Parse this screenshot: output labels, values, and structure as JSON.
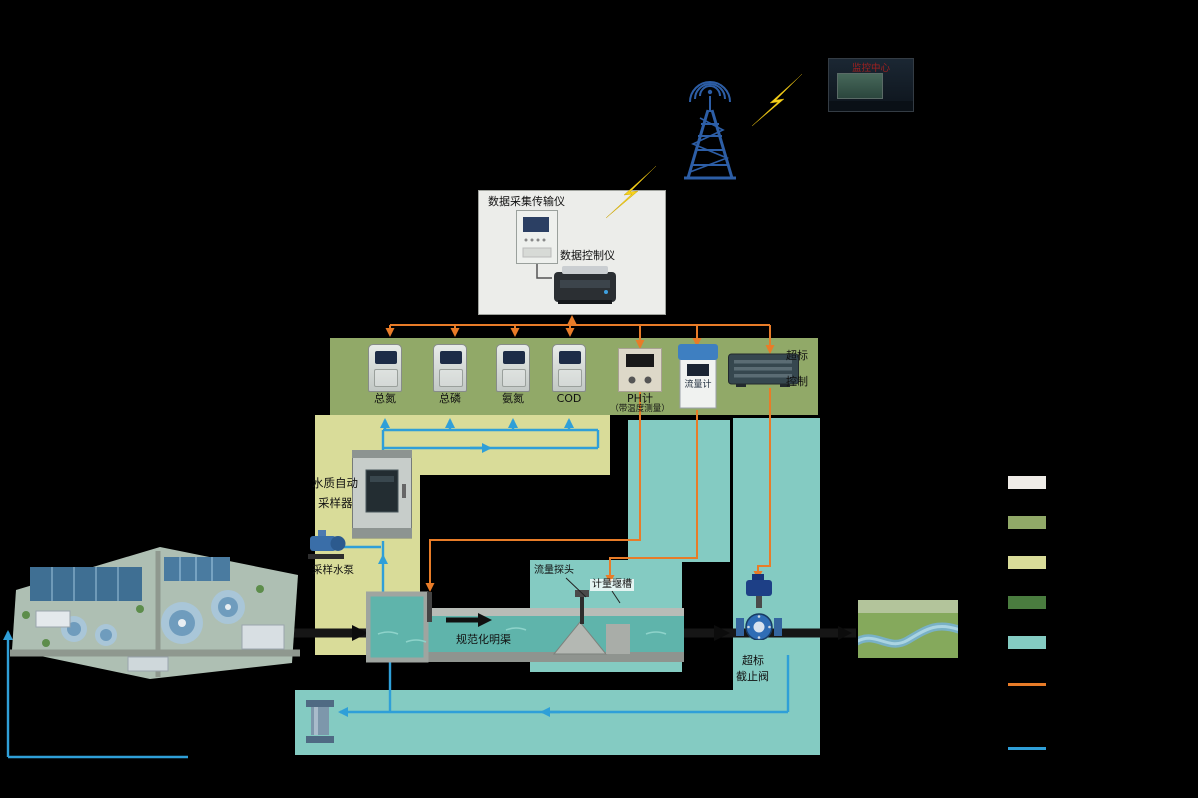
{
  "monitor_center": {
    "label": "监控中心"
  },
  "data_collector": {
    "title": "数据采集传输仪",
    "controller_label": "数据控制仪"
  },
  "analyzers": [
    {
      "label": "总氮"
    },
    {
      "label": "总磷"
    },
    {
      "label": "氨氮"
    },
    {
      "label": "COD"
    }
  ],
  "ph_meter": {
    "label": "PH计",
    "sub_label": "（带温度测量）"
  },
  "flow_meter": {
    "label": "流量计"
  },
  "exceed_control": {
    "line1": "超标",
    "line2": "控制"
  },
  "auto_sampler": {
    "line1": "水质自动",
    "line2": "采样器"
  },
  "sampling_pump": {
    "label": "采样水泵"
  },
  "flow_probe": {
    "label": "流量探头"
  },
  "measuring_weir": {
    "label": "计量堰槽"
  },
  "open_channel": {
    "label": "规范化明渠"
  },
  "shutoff_valve": {
    "line1": "超标",
    "line2": "截止阀"
  },
  "colors": {
    "signal_line": "#e87c28",
    "water_line": "#2f9fd8",
    "instrument_band": "#91a968",
    "sampling_band": "#d9dc99",
    "channel_band": "#84cbc2",
    "tower_blue": "#2d5ea6",
    "lightning_yellow": "#f6d21b"
  },
  "legend": {
    "items": [
      {
        "name": "swatch-white",
        "color": "#efece7"
      },
      {
        "name": "swatch-green",
        "color": "#91a968"
      },
      {
        "name": "swatch-yellow",
        "color": "#d9dc99"
      },
      {
        "name": "swatch-dark-green",
        "color": "#4a7c3f"
      },
      {
        "name": "swatch-teal",
        "color": "#84cbc2"
      },
      {
        "name": "line-orange",
        "color": "#e87c28"
      },
      {
        "name": "line-blue",
        "color": "#2f9fd8"
      }
    ]
  }
}
